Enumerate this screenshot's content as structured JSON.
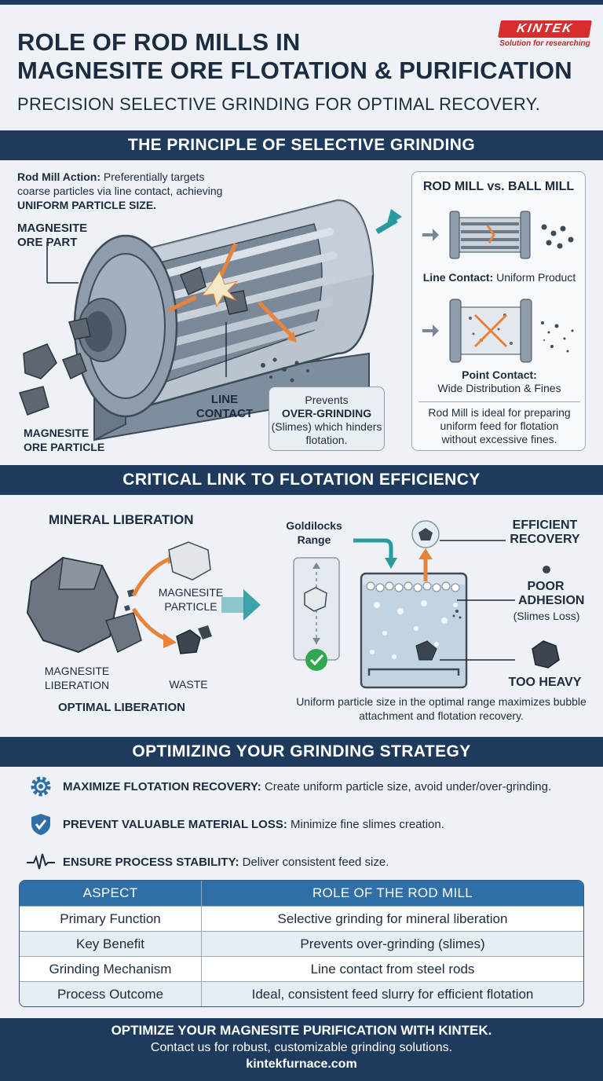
{
  "header": {
    "title_line1": "ROLE OF ROD MILLS IN",
    "title_line2": "MAGNESITE ORE FLOTATION & PURIFICATION",
    "subtitle": "PRECISION SELECTIVE GRINDING FOR OPTIMAL RECOVERY.",
    "logo_text": "KINTEK",
    "logo_tagline": "Solution for researching"
  },
  "section1": {
    "heading": "THE PRINCIPLE OF SELECTIVE GRINDING",
    "action_label": "Rod Mill Action:",
    "action_text": " Preferentially targets coarse particles via line contact, achieving ",
    "action_emph": "UNIFORM PARTICLE SIZE.",
    "label_ore_part": "MAGNESITE ORE PART",
    "label_ore_particle": "MAGNESITE ORE PARTICLE",
    "label_line_contact": "LINE CONTACT",
    "callout_pre": "Prevents",
    "callout_emph": "OVER-GRINDING",
    "callout_post": "(Slimes) which hinders flotation.",
    "compare": {
      "title": "ROD MILL vs. BALL MILL",
      "rod_label_b": "Line Contact:",
      "rod_label": " Uniform Product",
      "ball_label_b": "Point Contact:",
      "ball_label": "Wide Distribution & Fines",
      "note": "Rod Mill is ideal for preparing uniform feed for flotation without excessive fines."
    }
  },
  "section2": {
    "heading": "CRITICAL LINK TO FLOTATION EFFICIENCY",
    "liberation_title": "MINERAL LIBERATION",
    "label_magnesite_particle": "MAGNESITE PARTICLE",
    "label_magnesite_liberation": "MAGNESITE LIBERATION",
    "label_waste": "WASTE",
    "label_optimal": "OPTIMAL LIBERATION",
    "goldilocks": "Goldilocks Range",
    "efficient_recovery": "EFFICIENT RECOVERY",
    "poor_adhesion": "POOR ADHESION",
    "slimes_loss": "(Slimes Loss)",
    "too_heavy": "TOO HEAVY",
    "caption": "Uniform particle size in the optimal range maximizes bubble attachment and flotation recovery."
  },
  "section3": {
    "heading": "OPTIMIZING YOUR GRINDING STRATEGY",
    "items": [
      {
        "icon": "gear-icon",
        "title": "MAXIMIZE FLOTATION RECOVERY:",
        "text": " Create uniform particle size, avoid under/over-grinding."
      },
      {
        "icon": "shield-check-icon",
        "title": "PREVENT VALUABLE MATERIAL LOSS:",
        "text": " Minimize fine slimes creation."
      },
      {
        "icon": "pulse-icon",
        "title": "ENSURE PROCESS STABILITY:",
        "text": " Deliver consistent feed size."
      }
    ]
  },
  "table": {
    "headers": [
      "ASPECT",
      "ROLE OF THE ROD MILL"
    ],
    "rows": [
      [
        "Primary Function",
        "Selective grinding for mineral liberation"
      ],
      [
        "Key Benefit",
        "Prevents over-grinding (slimes)"
      ],
      [
        "Grinding Mechanism",
        "Line contact from steel rods"
      ],
      [
        "Process Outcome",
        "Ideal, consistent feed slurry for efficient flotation"
      ]
    ]
  },
  "footer": {
    "line1": "OPTIMIZE YOUR MAGNESITE PURIFICATION WITH KINTEK.",
    "line2": "Contact us for robust, customizable grinding solutions.",
    "url": "kintekfurnace.com"
  },
  "colors": {
    "navy": "#1e3a5c",
    "accent_orange": "#e8833a",
    "accent_teal": "#2a9aa0",
    "brand_red": "#d92d2d"
  }
}
